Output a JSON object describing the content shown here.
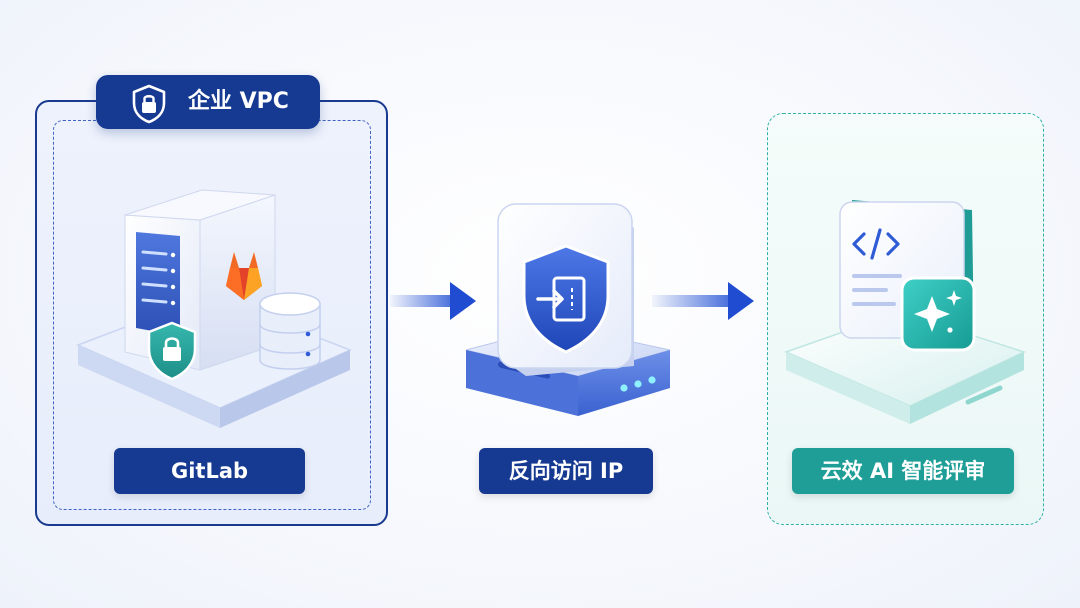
{
  "vpc": {
    "title": "企业 VPC"
  },
  "nodes": {
    "gitlab": {
      "label": "GitLab"
    },
    "reverse_ip": {
      "label": "反向访问 IP"
    },
    "ai_review": {
      "label": "云效 AI 智能评审"
    }
  },
  "icons": {
    "vpc_tag": "shield-lock-icon",
    "server": "server-icon",
    "gitlab_logo": "gitlab-logo-icon",
    "database": "database-icon",
    "security": "shield-lock-icon",
    "gateway": "shield-gateway-icon",
    "code_panel": "code-icon",
    "ai": "sparkle-icon",
    "flow": "arrow-right-icon"
  },
  "colors": {
    "navy": "#163a91",
    "blue": "#2f5bd6",
    "teal": "#1f9e98",
    "gitlab_orange": "#f26a24"
  }
}
